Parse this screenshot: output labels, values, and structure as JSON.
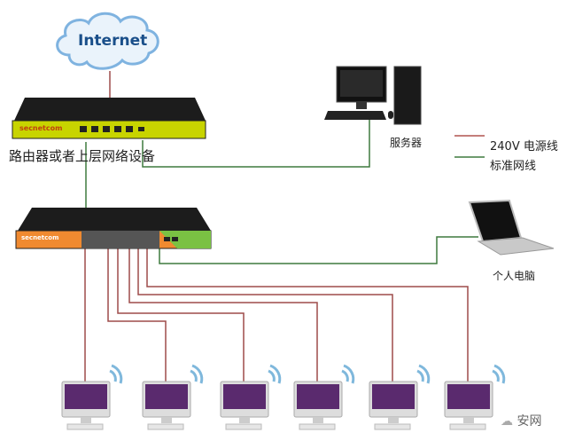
{
  "cloud": {
    "label": "Internet"
  },
  "router": {
    "brand": "secnetcom",
    "label": "路由器或者上层网络设备"
  },
  "switch": {
    "brand": "secnetcom"
  },
  "server": {
    "label": "服务器"
  },
  "laptop": {
    "label": "个人电脑"
  },
  "legend": [
    {
      "label": "240V 电源线",
      "color": "#b0544f"
    },
    {
      "label": "标准网线",
      "color": "#3f7a3f"
    }
  ],
  "clients": {
    "count": 6
  },
  "watermark": {
    "label": "安网"
  },
  "colors": {
    "power_line": "#9e4c4a",
    "network_line": "#3f7a3f",
    "router_face": "#c8d400",
    "switch_face": "#f08a30",
    "switch_sfp": "#7ac143"
  }
}
